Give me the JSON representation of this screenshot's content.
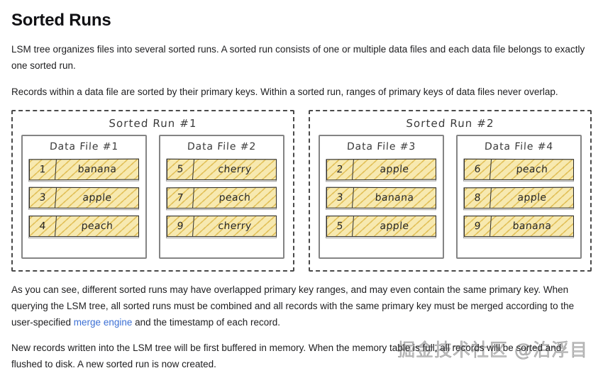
{
  "page": {
    "title": "Sorted Runs"
  },
  "paragraphs": {
    "intro": "LSM tree organizes files into several sorted runs. A sorted run consists of one or multiple data files and each data file belongs to exactly one sorted run.",
    "records_note": "Records within a data file are sorted by their primary keys. Within a sorted run, ranges of primary keys of data files never overlap.",
    "overlap_part1": "As you can see, different sorted runs may have overlapped primary key ranges, and may even contain the same primary key. When querying the LSM tree, all sorted runs must be combined and all records with the same primary key must be merged according to the user-specified ",
    "overlap_link": "merge engine",
    "overlap_part2": " and the timestamp of each record.",
    "memory_note": "New records written into the LSM tree will be first buffered in memory. When the memory table is full, all records will be sorted and flushed to disk. A new sorted run is now created."
  },
  "watermark": {
    "text": "掘金技术社区 @泊浮目"
  },
  "colors": {
    "link": "#3b6fd4",
    "record_fill": "#f7e9b0",
    "record_hatch": "#debA4c",
    "record_stroke": "#2c2c2c",
    "file_border": "#848484",
    "run_border": "#4a4a4a",
    "text": "#1d1d1f"
  },
  "diagram": {
    "sorted_runs": [
      {
        "title": "Sorted Run #1",
        "data_files": [
          {
            "title": "Data File #1",
            "records": [
              {
                "key": "1",
                "value": "banana"
              },
              {
                "key": "3",
                "value": "apple"
              },
              {
                "key": "4",
                "value": "peach"
              }
            ]
          },
          {
            "title": "Data File #2",
            "records": [
              {
                "key": "5",
                "value": "cherry"
              },
              {
                "key": "7",
                "value": "peach"
              },
              {
                "key": "9",
                "value": "cherry"
              }
            ]
          }
        ]
      },
      {
        "title": "Sorted Run #2",
        "data_files": [
          {
            "title": "Data File #3",
            "records": [
              {
                "key": "2",
                "value": "apple"
              },
              {
                "key": "3",
                "value": "banana"
              },
              {
                "key": "5",
                "value": "apple"
              }
            ]
          },
          {
            "title": "Data File #4",
            "records": [
              {
                "key": "6",
                "value": "peach"
              },
              {
                "key": "8",
                "value": "apple"
              },
              {
                "key": "9",
                "value": "banana"
              }
            ]
          }
        ]
      }
    ]
  }
}
